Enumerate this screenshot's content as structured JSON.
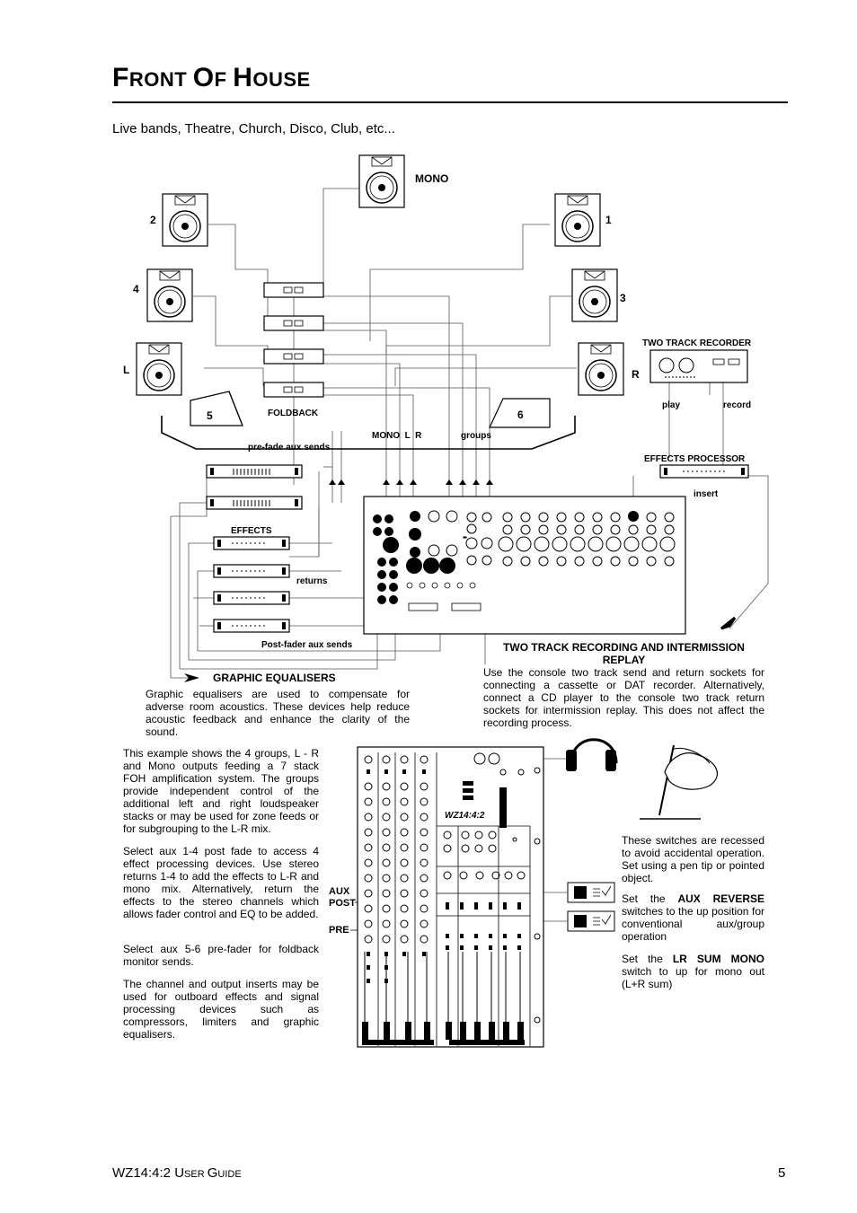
{
  "page": {
    "title_first": "F",
    "title_rest1": "RONT ",
    "title_o": "O",
    "title_rest2": "F ",
    "title_h": "H",
    "title_rest3": "OUSE",
    "subtitle": "Live bands, Theatre, Church, Disco, Club, etc..."
  },
  "diagram": {
    "mono_label": "MONO",
    "speaker_2": "2",
    "speaker_1": "1",
    "speaker_4": "4",
    "speaker_3": "3",
    "speaker_L": "L",
    "speaker_R": "R",
    "wedge_5": "5",
    "wedge_6": "6",
    "foldback_label": "FOLDBACK",
    "prefade_label": "pre-fade aux sends",
    "mono_lr_label": "MONO  L  R",
    "groups_label": "groups",
    "two_track_recorder": "TWO TRACK RECORDER",
    "play_label": "play",
    "record_label": "record",
    "effects_processor": "EFFECTS PROCESSOR",
    "insert_label": "insert",
    "effects_label": "EFFECTS",
    "returns_label": "returns",
    "postfader_label": "Post-fader aux sends",
    "graphic_eq_heading": "GRAPHIC EQUALISERS"
  },
  "text": {
    "graphic_eq_para": "Graphic equalisers are used to compensate for adverse room acoustics. These devices help reduce acoustic feedback and enhance the clarity of the sound.",
    "two_track_heading": "TWO TRACK RECORDING AND INTERMISSION REPLAY",
    "two_track_para": "Use the console two track send and return sockets for connecting a cassette or DAT recorder.  Alternatively, connect a CD player to the console two track return sockets for intermission replay.  This does not affect the recording process.",
    "left_para1": "This example shows the 4 groups,  L - R and Mono outputs feeding a 7 stack FOH amplification system.  The groups provide independent control of the additional left and right loudspeaker stacks or may be used for zone feeds or for subgrouping to the L-R mix.",
    "left_para2": "Select aux 1-4 post fade to access 4 effect processing devices.  Use stereo returns 1-4 to add the effects to L-R and mono mix.  Alternatively, return the effects to the stereo channels which allows fader control and EQ to be added.",
    "left_para3": "Select aux 5-6 pre-fader for foldback monitor sends.",
    "left_para4": "The channel and output inserts may be used for outboard effects and signal processing devices such as compressors, limiters and graphic equalisers.",
    "aux_label": "AUX",
    "post_label": "POST",
    "pre_label": "PRE",
    "right_para1": "These switches are recessed to avoid accidental operation.  Set using a pen tip or pointed object.",
    "right_para2_a": "Set the ",
    "right_para2_b": "AUX REVERSE",
    "right_para2_c": " switches to the up position for conventional aux/group operation",
    "right_para3_a": "Set the ",
    "right_para3_b": "LR SUM MONO",
    "right_para3_c": " switch to up for mono out (L+R sum)",
    "mixer_brand": "WZ14:4:2"
  },
  "footer": {
    "model": "WZ14:4:2 ",
    "u": "U",
    "ser": "SER ",
    "g": "G",
    "uide": "UIDE",
    "page_number": "5"
  }
}
